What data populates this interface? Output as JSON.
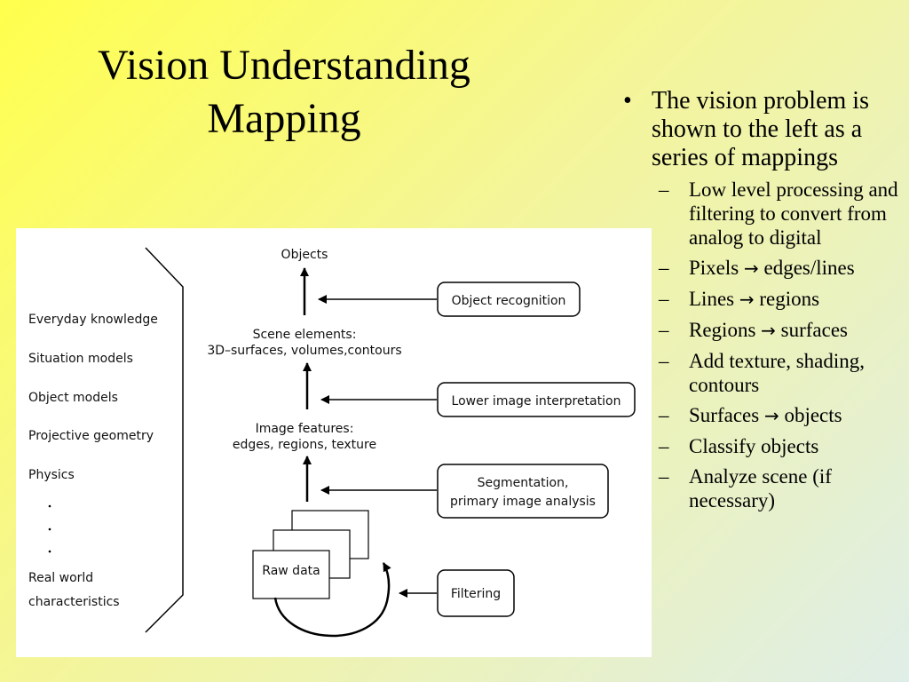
{
  "title": {
    "line1": "Vision Understanding",
    "line2": "Mapping"
  },
  "bullets": {
    "main": "The vision problem is shown to the left as a series of mappings",
    "sub": [
      {
        "text": "Low level processing and filtering to convert from analog to digital"
      },
      {
        "pre": "Pixels",
        "arrow": "→",
        "post": "edges/lines"
      },
      {
        "pre": "Lines",
        "arrow": "→",
        "post": "regions"
      },
      {
        "pre": "Regions",
        "arrow": "→",
        "post": "surfaces"
      },
      {
        "text": "Add texture, shading, contours"
      },
      {
        "pre": "Surfaces",
        "arrow": "→",
        "post": "objects"
      },
      {
        "text": "Classify objects"
      },
      {
        "text": "Analyze scene (if necessary)"
      }
    ]
  },
  "diagram": {
    "knowledge": [
      "Everyday knowledge",
      "Situation models",
      "Object models",
      "Projective geometry",
      "Physics"
    ],
    "knowledge_bottom": [
      "Real world",
      "characteristics"
    ],
    "center": {
      "objects": "Objects",
      "scene1": "Scene elements:",
      "scene2": "3D–surfaces, volumes,contours",
      "features1": "Image features:",
      "features2": "edges, regions, texture",
      "raw": "Raw data"
    },
    "processes": {
      "recognition": "Object recognition",
      "lower": "Lower image interpretation",
      "seg1": "Segmentation,",
      "seg2": "primary image analysis",
      "filtering": "Filtering"
    }
  }
}
